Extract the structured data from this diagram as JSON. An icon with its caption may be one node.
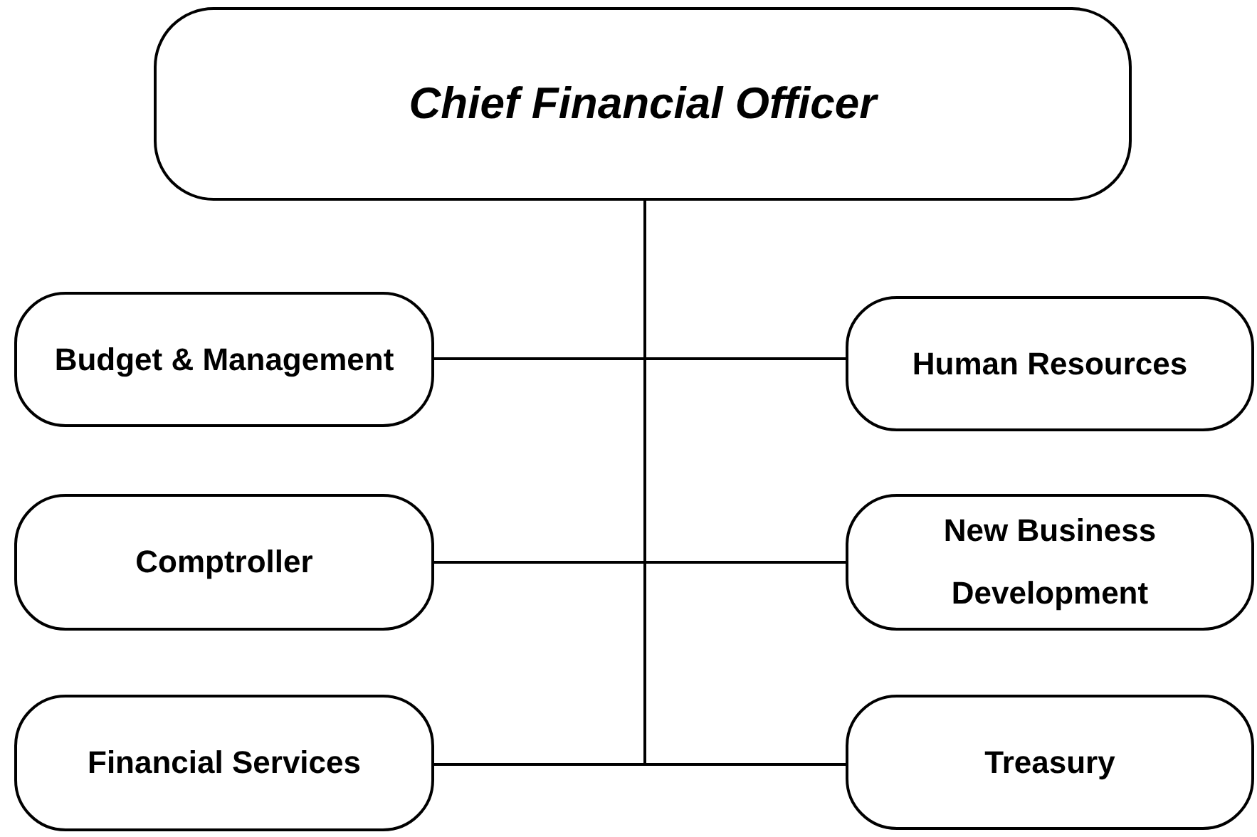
{
  "diagram": {
    "nodes": [
      {
        "text": [
          "Chief Financial Officer"
        ]
      },
      {
        "text": [
          "Budget & Management"
        ]
      },
      {
        "text": [
          "Human Resources"
        ]
      },
      {
        "text": [
          "Comptroller"
        ]
      },
      {
        "text": [
          "New Business Development"
        ]
      },
      {
        "text": [
          "Financial Services"
        ]
      },
      {
        "text": [
          "Treasury"
        ]
      }
    ],
    "edges": [
      {
        "from": 0,
        "to": 1,
        "arrow": "none"
      },
      {
        "from": 0,
        "to": 2,
        "arrow": "none"
      },
      {
        "from": 0,
        "to": 3,
        "arrow": "none"
      },
      {
        "from": 0,
        "to": 4,
        "arrow": "none"
      },
      {
        "from": 0,
        "to": 5,
        "arrow": "none"
      },
      {
        "from": 0,
        "to": 6,
        "arrow": "none"
      }
    ]
  }
}
